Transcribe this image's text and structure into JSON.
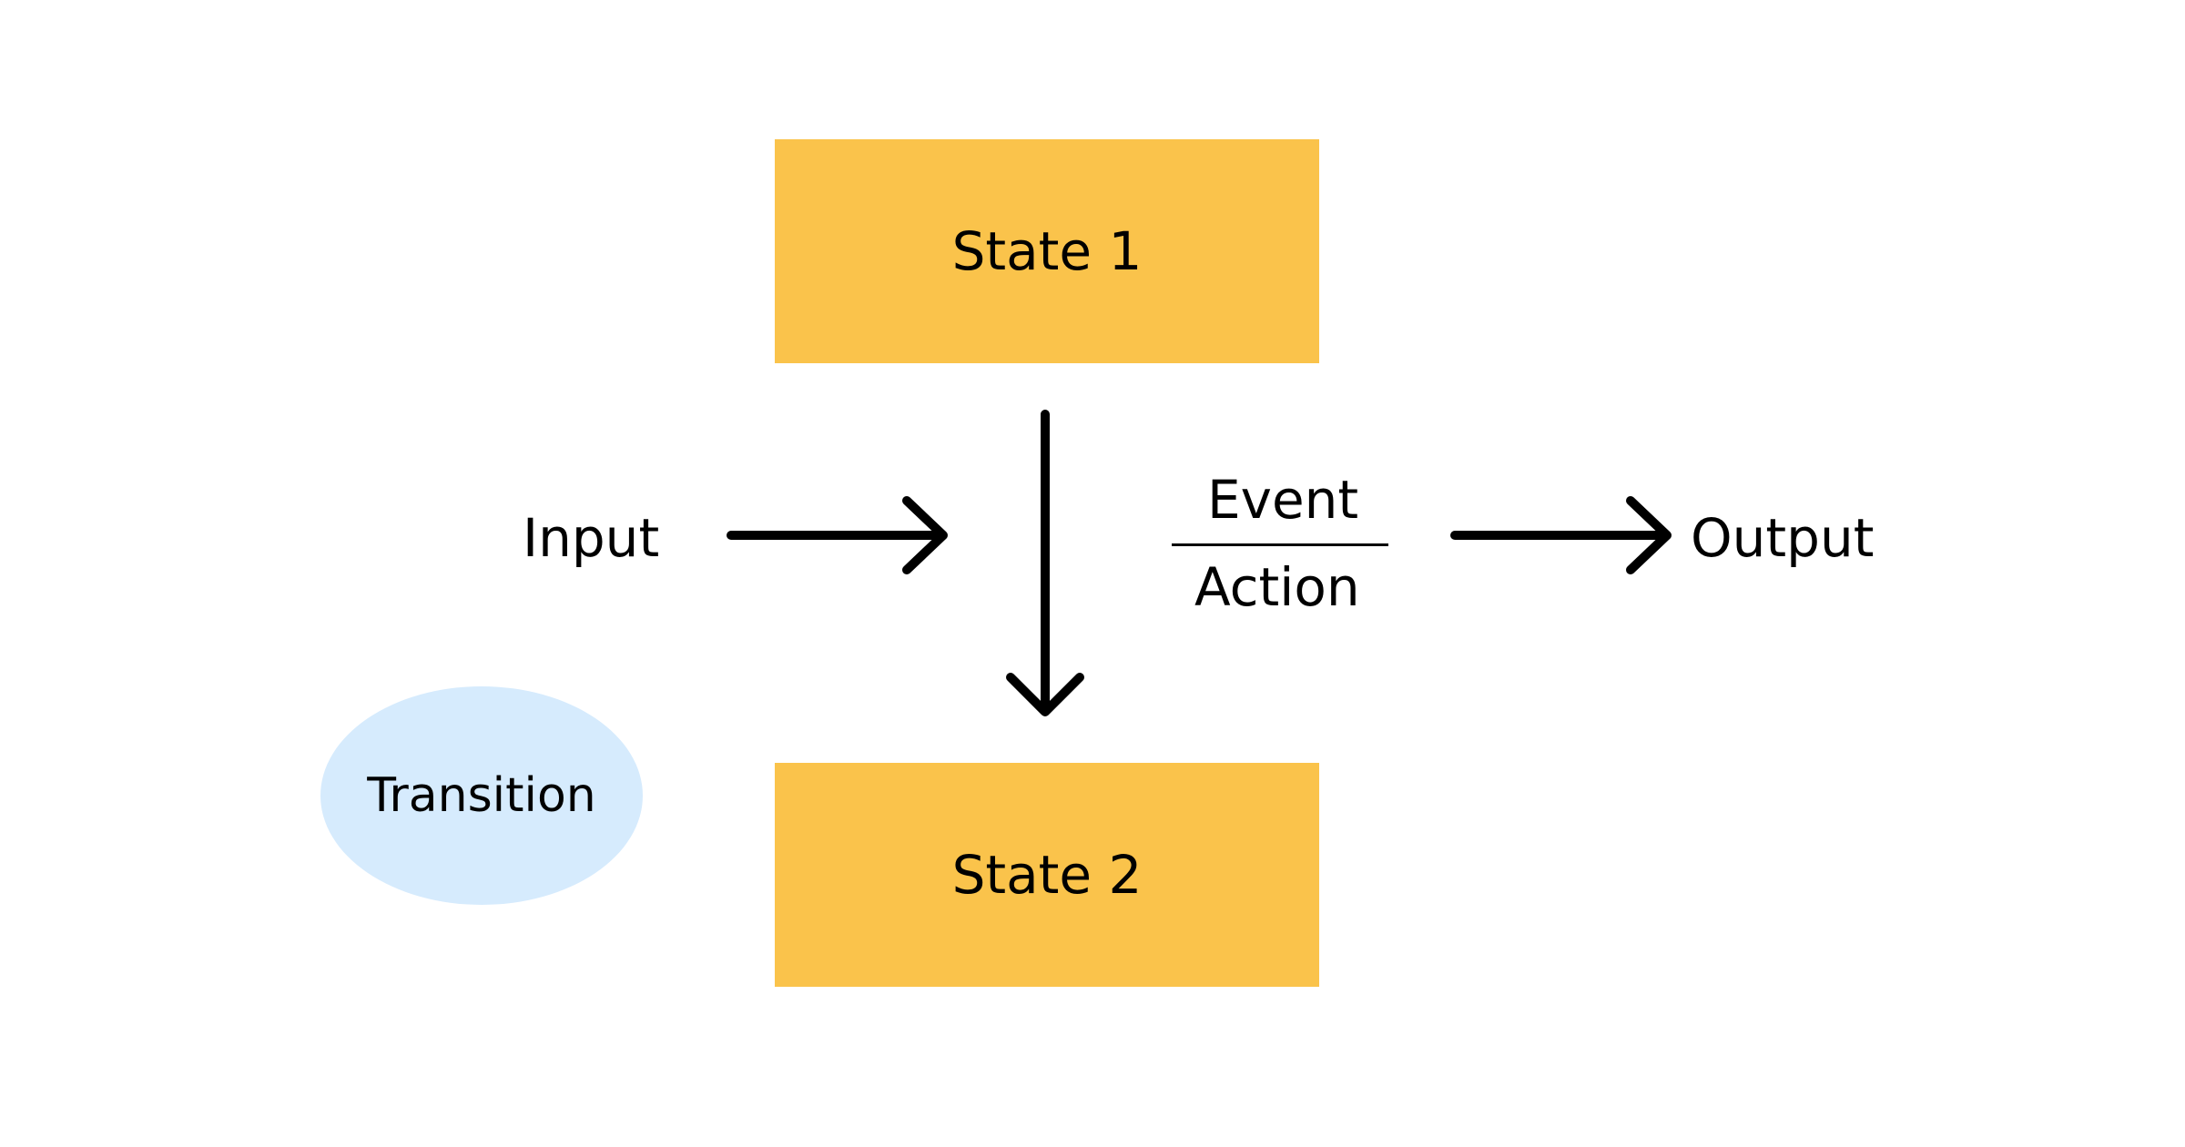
{
  "colors": {
    "state_fill": "#FAC34B",
    "transition_fill": "#D6EBFD",
    "line": "#000000",
    "background": "#FFFFFF"
  },
  "state1": {
    "label": "State 1"
  },
  "state2": {
    "label": "State 2"
  },
  "input": {
    "label": "Input"
  },
  "output": {
    "label": "Output"
  },
  "transition_rule": {
    "event": "Event",
    "action": "Action"
  },
  "legend": {
    "transition_label": "Transition"
  }
}
